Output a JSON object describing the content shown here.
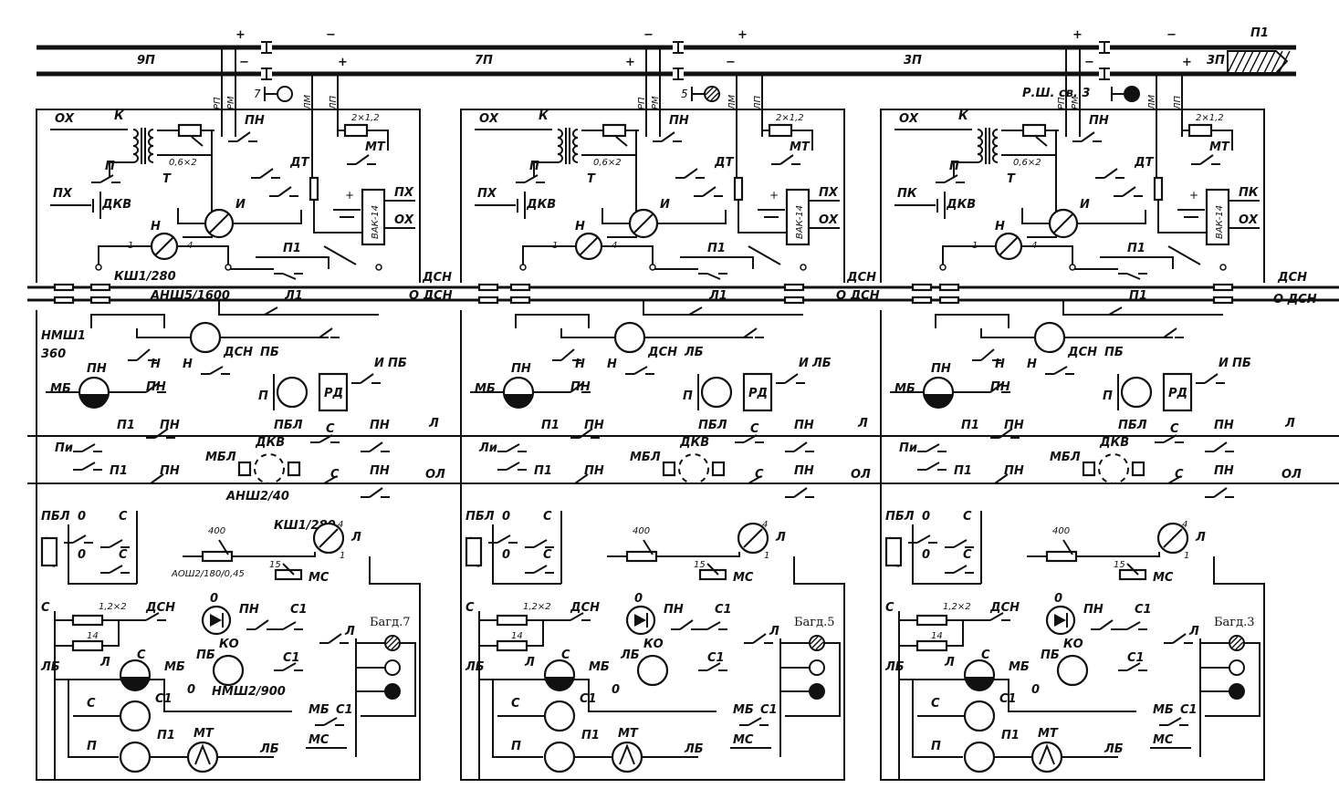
{
  "track": {
    "sections": [
      "9П",
      "7П",
      "3П",
      "3П",
      "П1"
    ],
    "sign_plus": "+",
    "sign_minus": "−"
  },
  "signals": [
    {
      "number": "7",
      "aspect": "open"
    },
    {
      "number": "5",
      "aspect": "hatched"
    },
    {
      "number": "",
      "aspect": "filled"
    }
  ],
  "units": [
    {
      "id": "u1",
      "name": "",
      "bagd": "Багд.7",
      "line_labels": [
        "РП",
        "РМ",
        "ЛМ",
        "ЛП"
      ],
      "ox": "ОХ",
      "px": "ПХ",
      "k": "К",
      "p": "П",
      "t": "Т",
      "dkv": "ДКВ",
      "rheo": "0,6×2",
      "rheo2": "2×1,2",
      "pn": "ПН",
      "dt": "ДТ",
      "mt": "МТ",
      "i": "И",
      "n": "Н",
      "vak": "ВАК-14",
      "ksh1": "КШ1/280",
      "p1": "П1",
      "ansh": "АНШ5/1600",
      "l1": "Л1",
      "nmsh1": "НМШ1",
      "n360": "360",
      "dsn": "ДСН",
      "pb": "ПБ",
      "mb": "МБ",
      "rd": "РД",
      "pbl": "ПБЛ",
      "s": "С",
      "l": "Л",
      "pi": "Пи",
      "mbl": "МБЛ",
      "ansh2": "АНШ2/40",
      "zero": "0",
      "r400": "400",
      "aosh": "АОШ2/180/0,45",
      "r15": "15",
      "ms": "МС",
      "r12": "1,2×2",
      "r14": "14",
      "ko": "КО",
      "s1": "С1",
      "lb": "ЛБ",
      "nmsh2": "НМШ2/900"
    },
    {
      "id": "u2",
      "name": "",
      "bagd": "Багд.5",
      "line_labels": [
        "РП",
        "РМ",
        "ЛМ",
        "ЛП"
      ],
      "ox": "ОХ",
      "px": "ПХ",
      "k": "К",
      "p": "П",
      "t": "Т",
      "dkv": "ДКВ",
      "rheo": "0,6×2",
      "rheo2": "2×1,2",
      "pn": "ПН",
      "dt": "ДТ",
      "mt": "МТ",
      "i": "И",
      "n": "Н",
      "vak": "ВАК-14",
      "ksh1": "",
      "p1": "П1",
      "ansh": "",
      "l1": "Л1",
      "nmsh1": "",
      "n360": "",
      "dsn": "ДСН",
      "pb": "ЛБ",
      "mb": "МБ",
      "rd": "РД",
      "pbl": "ПБЛ",
      "s": "С",
      "l": "Л",
      "pi": "Ли",
      "mbl": "МБЛ",
      "ansh2": "",
      "zero": "0",
      "r400": "400",
      "aosh": "",
      "r15": "15",
      "ms": "МС",
      "r12": "1,2×2",
      "r14": "14",
      "ko": "КО",
      "s1": "С1",
      "lb": "ЛБ",
      "nmsh2": ""
    },
    {
      "id": "u3",
      "name": "Р.Ш. св. 3",
      "bagd": "Багд.3",
      "line_labels": [
        "РП",
        "РМ",
        "ЛМ",
        "ЛП"
      ],
      "ox": "ОХ",
      "px": "ПК",
      "k": "К",
      "p": "П",
      "t": "Т",
      "dkv": "ДКВ",
      "rheo": "0,6×2",
      "rheo2": "2×1,2",
      "pn": "ПН",
      "dt": "ДТ",
      "mt": "МТ",
      "i": "И",
      "n": "Н",
      "vak": "ВАК-14",
      "ksh1": "",
      "p1": "П1",
      "ansh": "",
      "l1": "П1",
      "nmsh1": "",
      "n360": "",
      "dsn": "ДСН",
      "pb": "ПБ",
      "mb": "МБ",
      "rd": "РД",
      "pbl": "ПБЛ",
      "s": "С",
      "l": "Л",
      "pi": "Пи",
      "mbl": "МБЛ",
      "ansh2": "",
      "zero": "0",
      "r400": "400",
      "aosh": "",
      "r15": "15",
      "ms": "МС",
      "r12": "1,2×2",
      "r14": "14",
      "ko": "КО",
      "s1": "С1",
      "lb": "ЛБ",
      "nmsh2": ""
    }
  ],
  "buses": {
    "dsn": "ДСН",
    "o_dsn": "О ДСН",
    "l": "Л",
    "ol": "ОЛ"
  }
}
